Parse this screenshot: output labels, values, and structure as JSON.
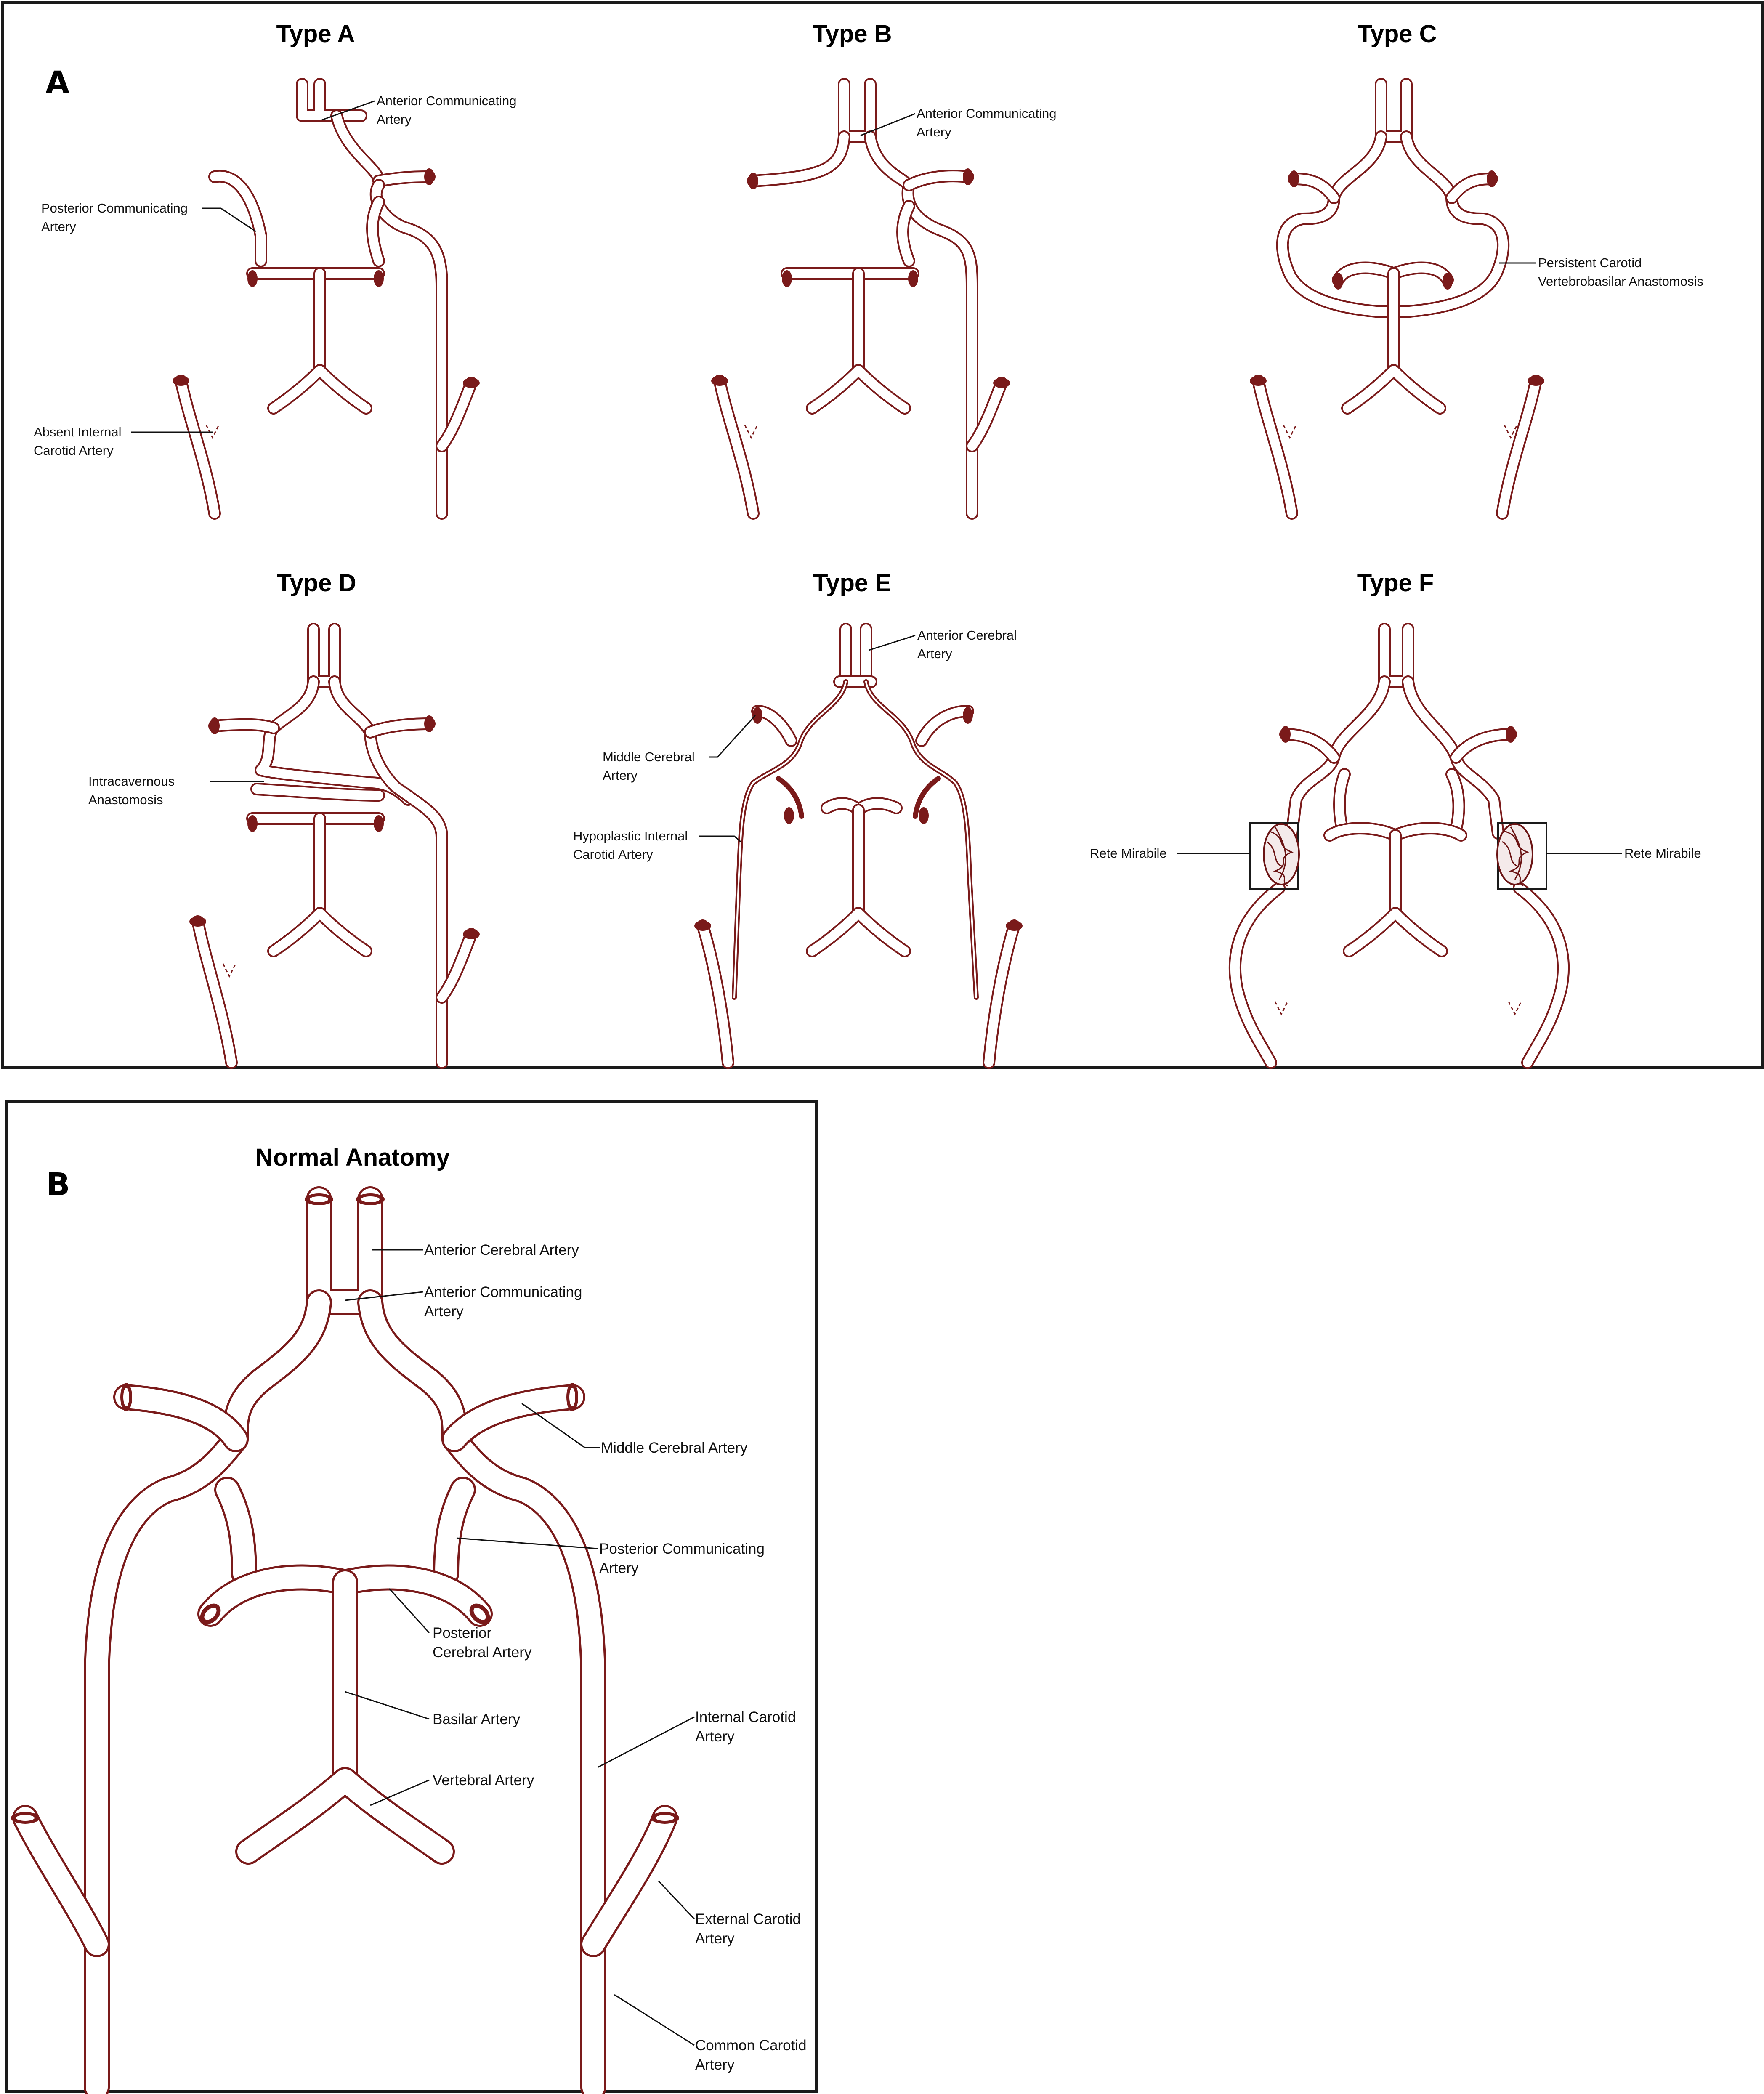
{
  "colors": {
    "vessel": "#7a1a1a",
    "frame": "#1a1a1a",
    "text": "#111111"
  },
  "panels": {
    "a": {
      "letter": "A",
      "types": {
        "a": {
          "title": "Type A",
          "labels": {
            "acom": [
              "Anterior Communicating",
              "Artery"
            ],
            "pcom": [
              "Posterior Communicating",
              "Artery"
            ],
            "absent": [
              "Absent Internal",
              "Carotid Artery"
            ]
          }
        },
        "b": {
          "title": "Type B",
          "labels": {
            "acom": [
              "Anterior Communicating",
              "Artery"
            ]
          }
        },
        "c": {
          "title": "Type C",
          "labels": {
            "pcva": [
              "Persistent Carotid",
              "Vertebrobasilar Anastomosis"
            ]
          }
        },
        "d": {
          "title": "Type D",
          "labels": {
            "intracav": [
              "Intracavernous",
              "Anastomosis"
            ]
          }
        },
        "e": {
          "title": "Type E",
          "labels": {
            "aca": [
              "Anterior Cerebral",
              "Artery"
            ],
            "mca": [
              "Middle Cerebral",
              "Artery"
            ],
            "hypo": [
              "Hypoplastic Internal",
              "Carotid Artery"
            ]
          }
        },
        "f": {
          "title": "Type F",
          "labels": {
            "rete_left": "Rete Mirabile",
            "rete_right": "Rete Mirabile"
          }
        }
      }
    },
    "b": {
      "letter": "B",
      "title": "Normal Anatomy",
      "labels": {
        "aca": "Anterior Cerebral Artery",
        "acom": [
          "Anterior Communicating",
          "Artery"
        ],
        "mca": "Middle Cerebral Artery",
        "pcom": [
          "Posterior Communicating",
          "Artery"
        ],
        "pca": [
          "Posterior",
          "Cerebral Artery"
        ],
        "basilar": "Basilar Artery",
        "vertebral": "Vertebral Artery",
        "ica": [
          "Internal Carotid",
          "Artery"
        ],
        "eca": [
          "External Carotid",
          "Artery"
        ],
        "cca": [
          "Common Carotid",
          "Artery"
        ]
      }
    }
  }
}
